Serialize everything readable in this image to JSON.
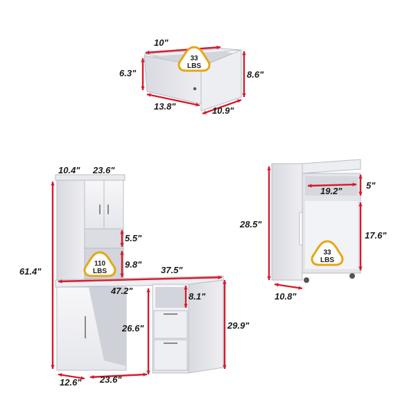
{
  "colors": {
    "dimension_line": "#d8182a",
    "panel_light": "#f4f4f6",
    "panel_mid": "#e2e3e8",
    "panel_dark": "#c9cbd2",
    "badge_fill": "#ffffff",
    "badge_stroke": "#e6a613"
  },
  "drawer": {
    "dims": {
      "width": "10\"",
      "height": "6.3\"",
      "length": "13.8\"",
      "depth": "10.9\"",
      "total_height": "8.6\""
    },
    "load": {
      "value": "33",
      "unit": "LBS"
    }
  },
  "desk": {
    "dims": {
      "tower_width": "10.4\"",
      "hutch_width": "23.6\"",
      "total_height": "61.4\"",
      "shelf_gap": "5.5\"",
      "niche_height": "9.8\"",
      "return_length": "37.5\"",
      "desk_length": "47.2\"",
      "drawer_height": "8.1\"",
      "leg_height": "26.6\"",
      "desk_height": "29.9\"",
      "base_depth": "12.6\"",
      "base_width": "23.6\""
    },
    "load": {
      "value": "110",
      "unit": "LBS"
    }
  },
  "cart": {
    "dims": {
      "shelf_width": "19.2\"",
      "shelf_gap": "5\"",
      "total_height": "28.5\"",
      "lower_height": "17.6\"",
      "depth": "10.8\""
    },
    "load": {
      "value": "33",
      "unit": "LBS"
    }
  }
}
